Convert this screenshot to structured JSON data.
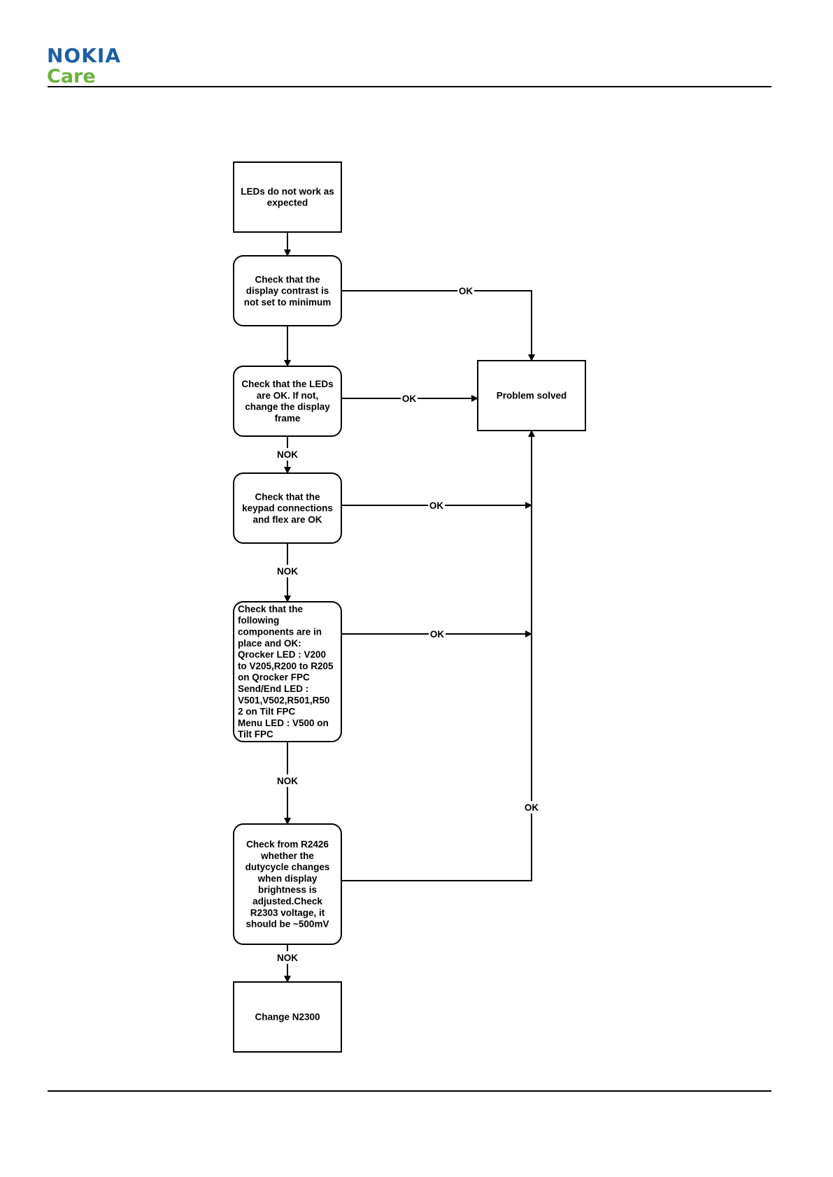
{
  "brand": {
    "name": "NOKIA",
    "sub": "Care",
    "colors": {
      "nokia_blue": "#1a5fa8",
      "care_green": "#6cb33e"
    }
  },
  "flowchart": {
    "nodes": [
      {
        "id": "start",
        "shape": "rect",
        "lines": [
          "LEDs do not work as",
          "expected"
        ]
      },
      {
        "id": "contrast",
        "shape": "rounded",
        "lines": [
          "Check that the",
          "display contrast is",
          "not set to minimum"
        ]
      },
      {
        "id": "leds",
        "shape": "rounded",
        "lines": [
          "Check that the LEDs",
          "are OK. If not,",
          "change the display",
          "frame"
        ]
      },
      {
        "id": "keypad",
        "shape": "rounded",
        "lines": [
          "Check that the",
          "keypad connections",
          "and flex are OK"
        ]
      },
      {
        "id": "components",
        "shape": "rounded",
        "lines": [
          "Check that the",
          "following",
          "components are in",
          "place and OK:",
          "Qrocker LED : V200",
          "to V205,R200 to R205",
          "on Qrocker FPC",
          "Send/End LED :",
          "V501,V502,R501,R50",
          "2 on Tilt FPC",
          "Menu LED : V500 on",
          "Tilt FPC"
        ]
      },
      {
        "id": "r2426",
        "shape": "rounded",
        "lines": [
          "Check from R2426",
          "whether the",
          "dutycycle changes",
          "when display",
          "brightness is",
          "adjusted.Check",
          "R2303 voltage, it",
          "should be ~500mV"
        ]
      },
      {
        "id": "change",
        "shape": "rect",
        "lines": [
          "Change N2300"
        ]
      },
      {
        "id": "solved",
        "shape": "rect",
        "lines": [
          "Problem solved"
        ]
      }
    ],
    "edges": [
      {
        "from": "start",
        "to": "contrast",
        "label": ""
      },
      {
        "from": "contrast",
        "to": "leds",
        "label": ""
      },
      {
        "from": "contrast",
        "to": "solved",
        "label": "OK"
      },
      {
        "from": "leds",
        "to": "solved",
        "label": "OK"
      },
      {
        "from": "leds",
        "to": "keypad",
        "label": "NOK"
      },
      {
        "from": "keypad",
        "to": "solved",
        "label": "OK"
      },
      {
        "from": "keypad",
        "to": "components",
        "label": "NOK"
      },
      {
        "from": "components",
        "to": "solved",
        "label": "OK"
      },
      {
        "from": "components",
        "to": "r2426",
        "label": "NOK"
      },
      {
        "from": "r2426",
        "to": "solved",
        "label": "OK"
      },
      {
        "from": "r2426",
        "to": "change",
        "label": "NOK"
      }
    ]
  }
}
